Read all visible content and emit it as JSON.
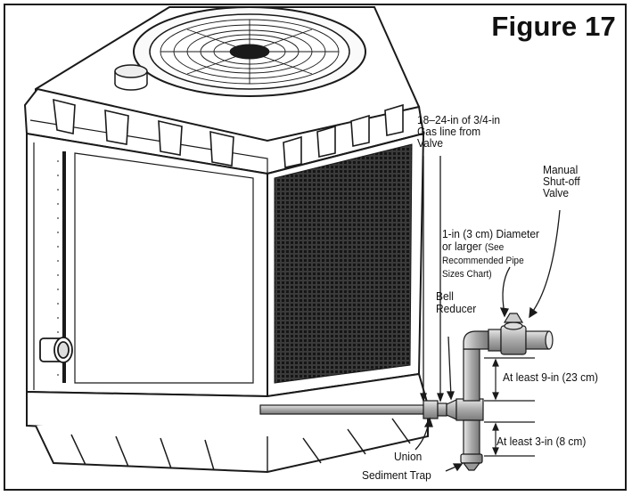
{
  "figure": {
    "title": "Figure 17"
  },
  "labels": {
    "gas_line": "18–24-in of 3/4-in\nGas line from\nValve",
    "manual_valve": "Manual\nShut-off\nValve",
    "diameter_main": "1-in (3 cm) Diameter\nor larger ",
    "diameter_note": "(See\nRecommended Pipe\nSizes Chart)",
    "bell_reducer": "Bell\nReducer",
    "at_least_9": "At least 9-in (23 cm)",
    "at_least_3": "At least 3-in (8 cm)",
    "union": "Union",
    "sediment_trap": "Sediment Trap"
  },
  "colors": {
    "outline": "#1a1a1a",
    "pipe": "#b9b9b9",
    "grille": "#2b2b2b"
  }
}
